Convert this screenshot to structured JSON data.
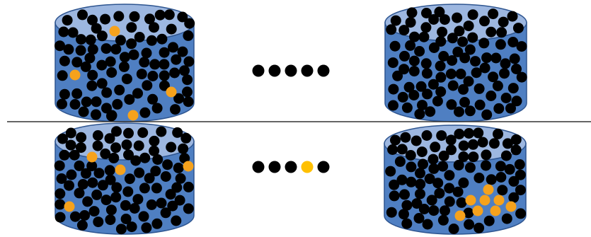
{
  "colors": {
    "background": "#ffffff",
    "cylinder_body": "#4f7fc2",
    "cylinder_top": "#9db7e0",
    "cylinder_outline": "#2e5590",
    "dot_black": "#000000",
    "dot_orange": "#f6a21c",
    "dot_yellow": "#ffc000",
    "divider": "#333333"
  },
  "rows": [
    {
      "id": "top",
      "ellipsis_dots": [
        "black",
        "black",
        "black",
        "black",
        "black"
      ]
    },
    {
      "id": "bottom",
      "ellipsis_dots": [
        "black",
        "black",
        "black",
        "yellow",
        "black"
      ]
    }
  ],
  "containers": [
    {
      "id": "top-left",
      "orange_particles": 4
    },
    {
      "id": "top-right",
      "orange_particles": 0
    },
    {
      "id": "bottom-left",
      "orange_particles": 4
    },
    {
      "id": "bottom-right",
      "orange_particles": 8
    }
  ]
}
